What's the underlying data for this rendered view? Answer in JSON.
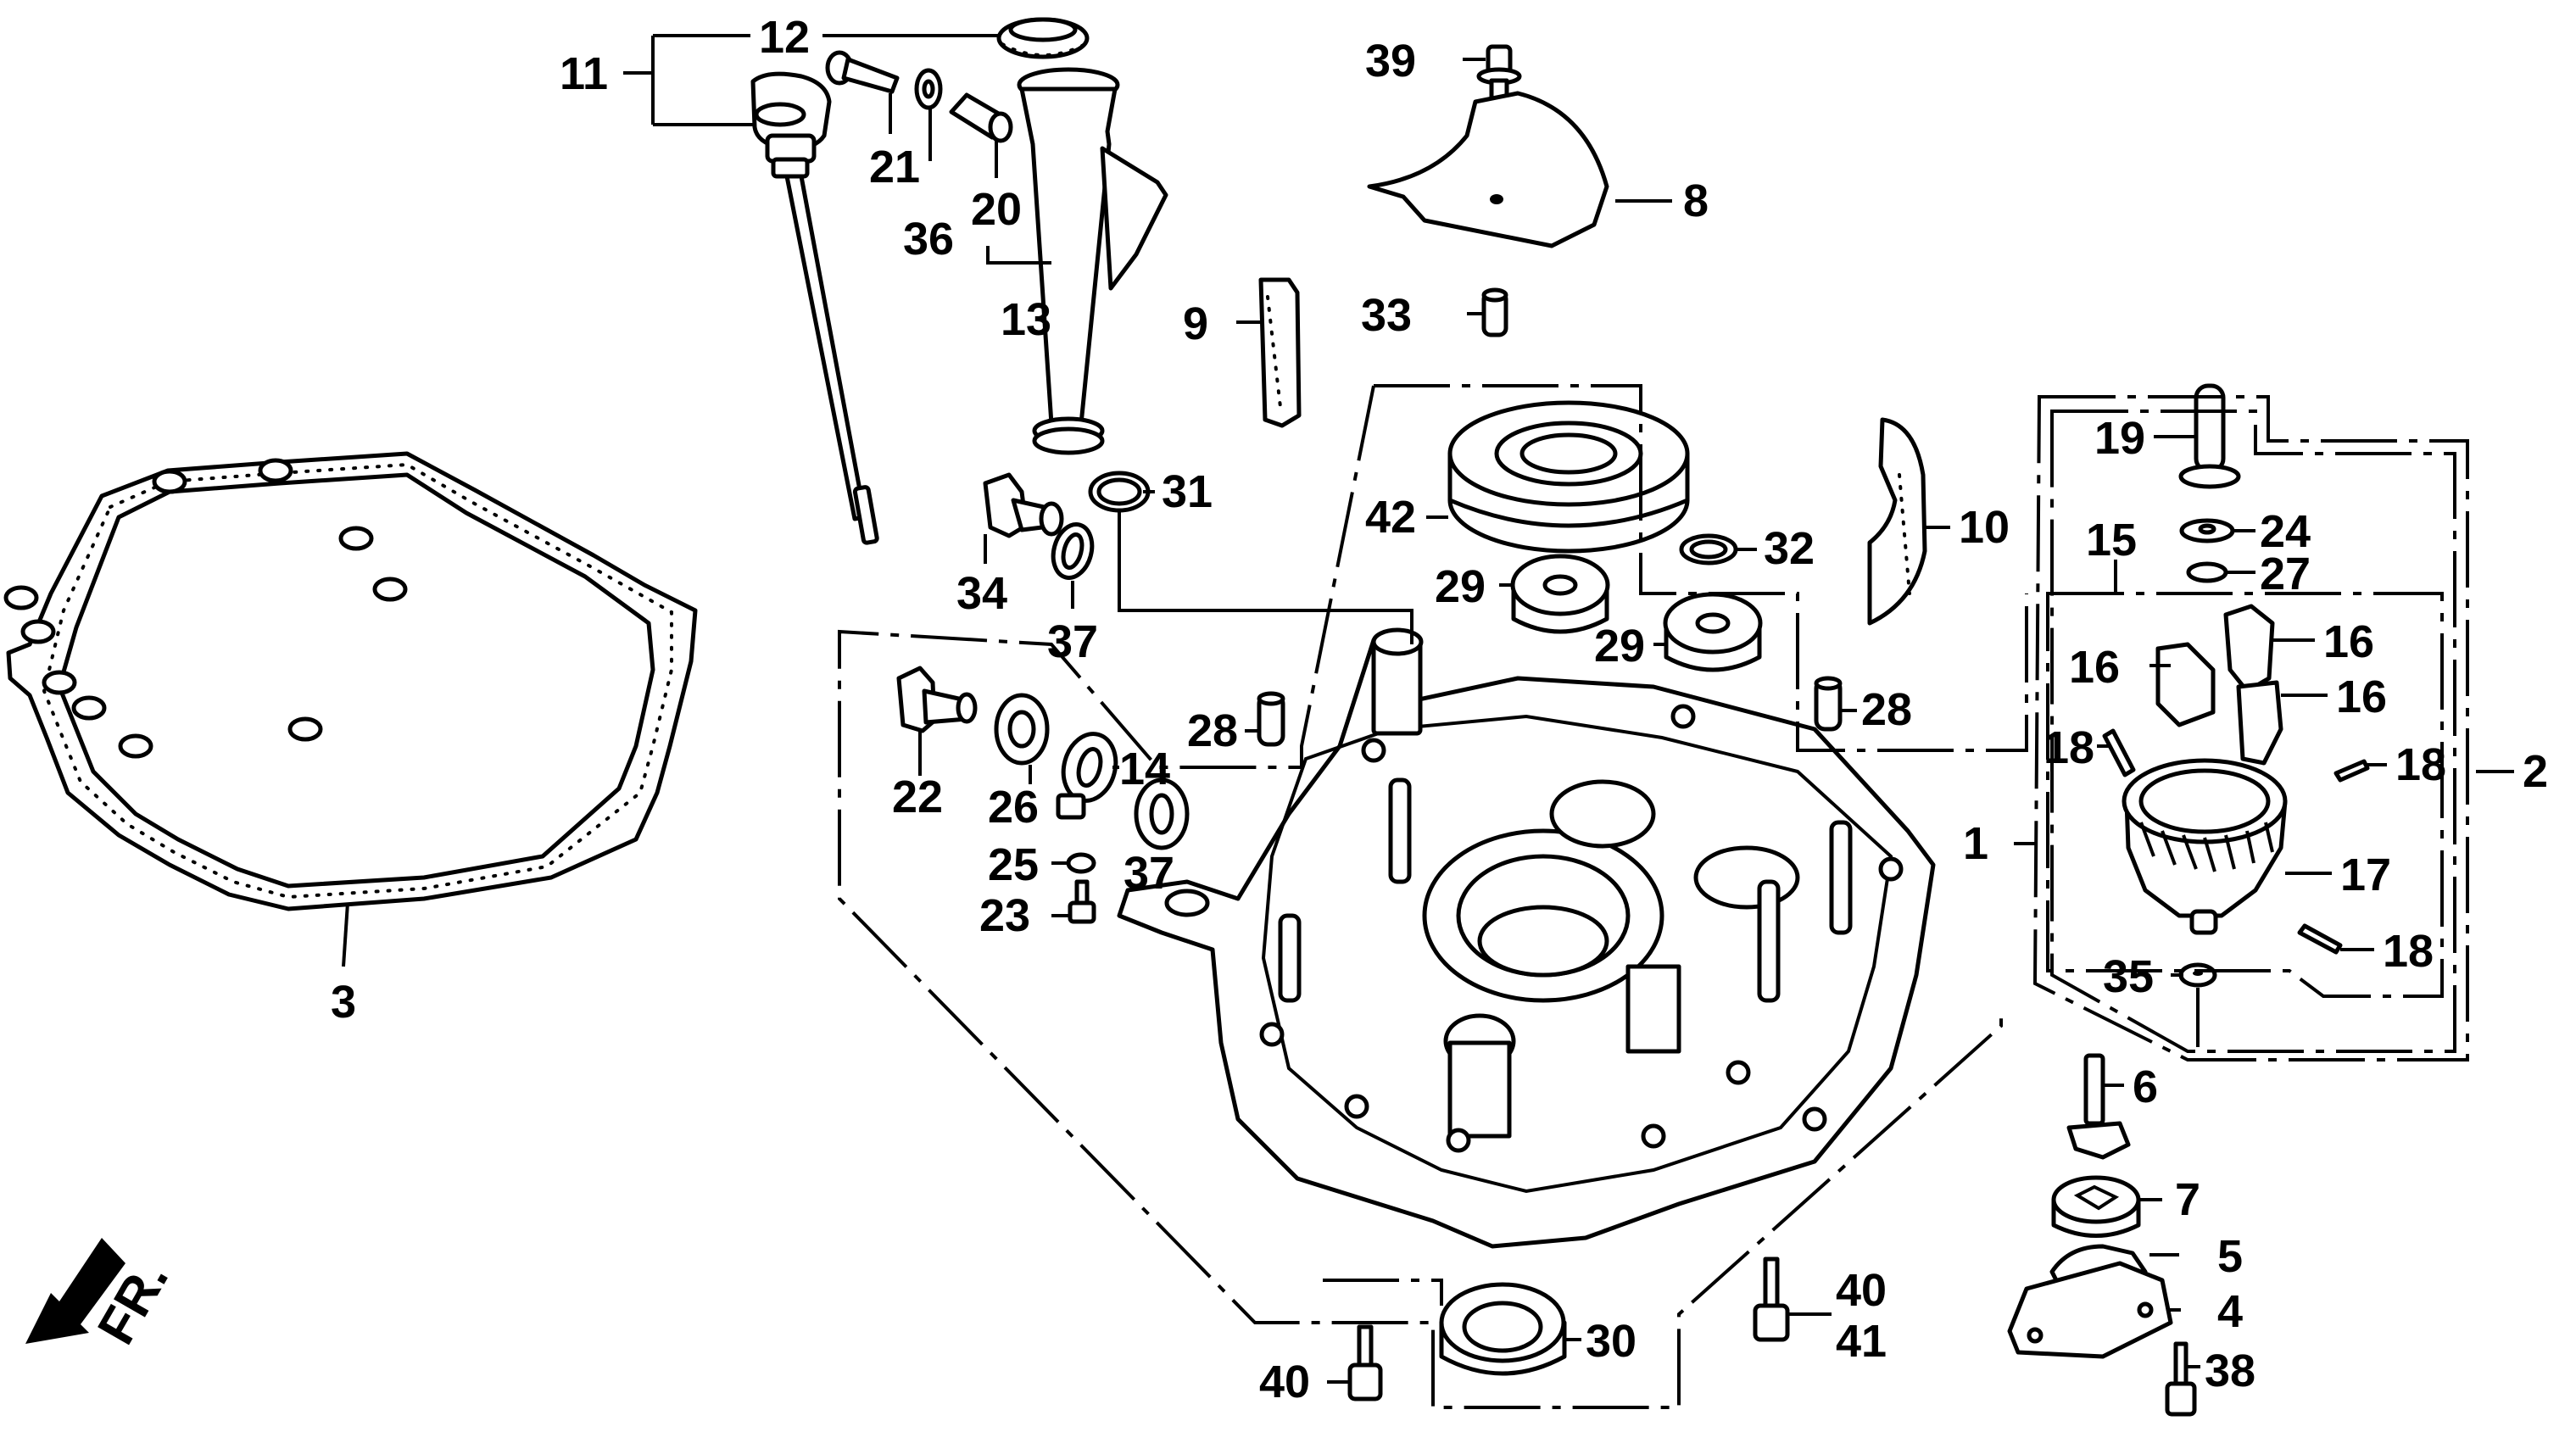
{
  "diagram": {
    "title": "Crankcase cover exploded parts diagram",
    "direction_indicator": "FR.",
    "callouts": [
      {
        "id": "c1",
        "label": "1",
        "part": "crankcase-cover-assembly"
      },
      {
        "id": "c2",
        "label": "2",
        "part": "crankcase-cover-assembly-outer"
      },
      {
        "id": "c3",
        "label": "3",
        "part": "crankcase-cover-gasket"
      },
      {
        "id": "c4",
        "label": "4",
        "part": "oil-pump-cover"
      },
      {
        "id": "c5",
        "label": "5",
        "part": "oil-pump-cover-gasket"
      },
      {
        "id": "c6",
        "label": "6",
        "part": "oil-pump-inner-rotor"
      },
      {
        "id": "c7",
        "label": "7",
        "part": "oil-pump-outer-rotor"
      },
      {
        "id": "c8",
        "label": "8",
        "part": "breather-plate"
      },
      {
        "id": "c9",
        "label": "9",
        "part": "breather-filter"
      },
      {
        "id": "c10",
        "label": "10",
        "part": "oil-screen"
      },
      {
        "id": "c11",
        "label": "11",
        "part": "dipstick-assembly"
      },
      {
        "id": "c12",
        "label": "12",
        "part": "oil-filler-seal"
      },
      {
        "id": "c13",
        "label": "13",
        "part": "oil-filler-tube-assembly"
      },
      {
        "id": "c14",
        "label": "14",
        "part": "drain-fitting"
      },
      {
        "id": "c15",
        "label": "15",
        "part": "governor-assembly"
      },
      {
        "id": "c16a",
        "label": "16",
        "part": "governor-weight"
      },
      {
        "id": "c16b",
        "label": "16",
        "part": "governor-weight"
      },
      {
        "id": "c16c",
        "label": "16",
        "part": "governor-weight"
      },
      {
        "id": "c17",
        "label": "17",
        "part": "governor-gear"
      },
      {
        "id": "c18a",
        "label": "18",
        "part": "pin"
      },
      {
        "id": "c18b",
        "label": "18",
        "part": "pin"
      },
      {
        "id": "c18c",
        "label": "18",
        "part": "pin"
      },
      {
        "id": "c19",
        "label": "19",
        "part": "governor-shaft"
      },
      {
        "id": "c20",
        "label": "20",
        "part": "collar"
      },
      {
        "id": "c21",
        "label": "21",
        "part": "bolt"
      },
      {
        "id": "c22",
        "label": "22",
        "part": "drain-plug"
      },
      {
        "id": "c23",
        "label": "23",
        "part": "screw"
      },
      {
        "id": "c24",
        "label": "24",
        "part": "washer"
      },
      {
        "id": "c25",
        "label": "25",
        "part": "washer"
      },
      {
        "id": "c26",
        "label": "26",
        "part": "washer"
      },
      {
        "id": "c27",
        "label": "27",
        "part": "clip"
      },
      {
        "id": "c28a",
        "label": "28",
        "part": "dowel-pin"
      },
      {
        "id": "c28b",
        "label": "28",
        "part": "dowel-pin"
      },
      {
        "id": "c29a",
        "label": "29",
        "part": "bearing"
      },
      {
        "id": "c29b",
        "label": "29",
        "part": "bearing"
      },
      {
        "id": "c30",
        "label": "30",
        "part": "oil-seal"
      },
      {
        "id": "c31",
        "label": "31",
        "part": "o-ring"
      },
      {
        "id": "c32",
        "label": "32",
        "part": "o-ring"
      },
      {
        "id": "c33",
        "label": "33",
        "part": "collar"
      },
      {
        "id": "c34",
        "label": "34",
        "part": "plug-bolt"
      },
      {
        "id": "c35",
        "label": "35",
        "part": "washer"
      },
      {
        "id": "c36",
        "label": "36",
        "part": "washer"
      },
      {
        "id": "c37a",
        "label": "37",
        "part": "washer"
      },
      {
        "id": "c37b",
        "label": "37",
        "part": "washer"
      },
      {
        "id": "c38",
        "label": "38",
        "part": "bolt"
      },
      {
        "id": "c39",
        "label": "39",
        "part": "bolt"
      },
      {
        "id": "c40a",
        "label": "40",
        "part": "flange-bolt"
      },
      {
        "id": "c40b",
        "label": "40",
        "part": "flange-bolt"
      },
      {
        "id": "c41",
        "label": "41",
        "part": "flange-bolt"
      },
      {
        "id": "c42",
        "label": "42",
        "part": "ball-bearing"
      }
    ]
  }
}
